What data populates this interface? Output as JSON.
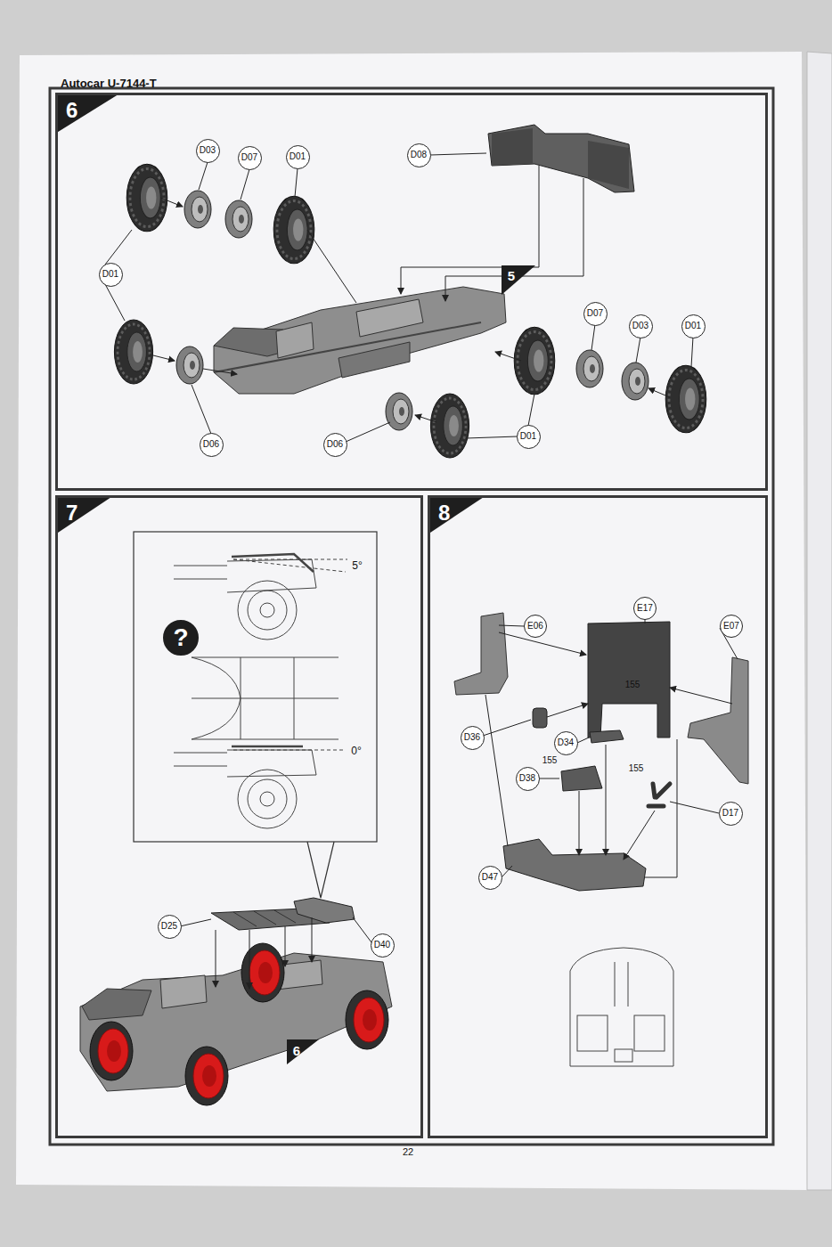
{
  "diagram": {
    "title": "Autocar U-7144-T",
    "nodes": [
      {
        "text": [
          "6"
        ]
      },
      {
        "text": [
          "D03"
        ],
        "in": 0
      },
      {
        "text": [
          "D07"
        ],
        "in": 0
      },
      {
        "text": [
          "D01"
        ],
        "in": 0
      },
      {
        "text": [
          "D08"
        ],
        "in": 0
      },
      {
        "text": [
          "D01"
        ],
        "in": 0
      },
      {
        "text": [
          "D07"
        ],
        "in": 0
      },
      {
        "text": [
          "D03"
        ],
        "in": 0
      },
      {
        "text": [
          "D01"
        ],
        "in": 0
      },
      {
        "text": [
          "D06"
        ],
        "in": 0
      },
      {
        "text": [
          "D06"
        ],
        "in": 0
      },
      {
        "text": [
          "D01"
        ],
        "in": 0
      },
      {
        "text": [
          "7"
        ]
      },
      {
        "text": [
          "?"
        ],
        "in": 12
      },
      {
        "text": [
          "D25"
        ],
        "in": 12
      },
      {
        "text": [
          "D40"
        ],
        "in": 12
      },
      {
        "text": [
          "8"
        ]
      },
      {
        "text": [
          "E06"
        ],
        "in": 16
      },
      {
        "text": [
          "E17"
        ],
        "in": 16
      },
      {
        "text": [
          "E07"
        ],
        "in": 16
      },
      {
        "text": [
          "D36"
        ],
        "in": 16
      },
      {
        "text": [
          "D34"
        ],
        "in": 16
      },
      {
        "text": [
          "D38"
        ],
        "in": 16
      },
      {
        "text": [
          "D17"
        ],
        "in": 16
      },
      {
        "text": [
          "D47"
        ],
        "in": 16
      }
    ],
    "labels": [
      "5",
      "5°",
      "0°",
      "6",
      "155",
      "155",
      "155",
      "22"
    ]
  }
}
